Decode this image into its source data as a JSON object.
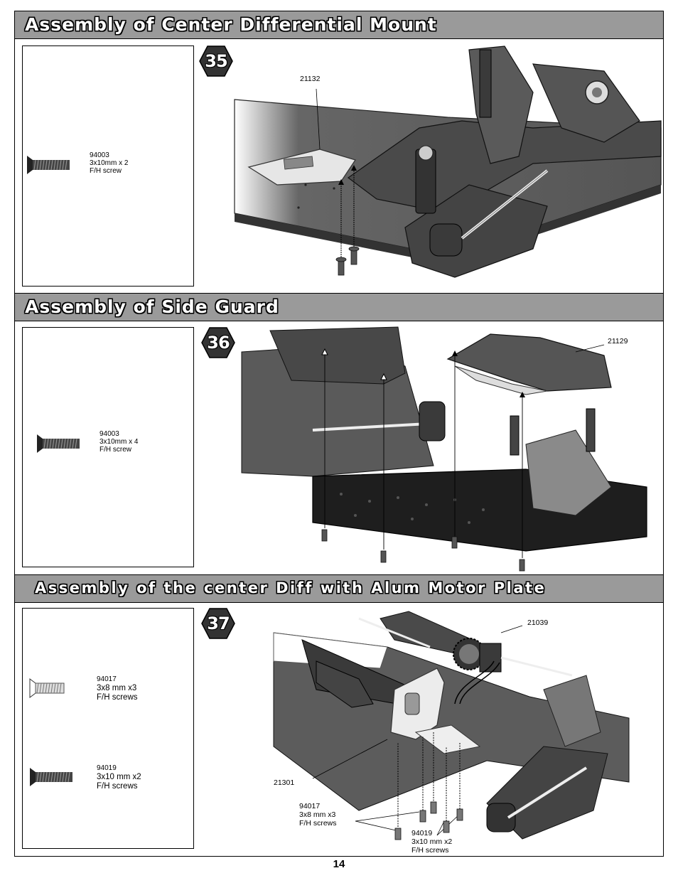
{
  "sections": [
    {
      "title": "Assembly of Center Differential Mount",
      "step": "35",
      "parts": [
        {
          "code": "94003",
          "desc": "3x10mm x 2\nF/H screw",
          "icon": "flat-head-screw-icon"
        }
      ],
      "callouts": [
        {
          "text": "21132"
        }
      ]
    },
    {
      "title": "Assembly of Side Guard",
      "step": "36",
      "parts": [
        {
          "code": "94003",
          "desc": "3x10mm x 4\nF/H screw",
          "icon": "flat-head-screw-icon"
        }
      ],
      "callouts": [
        {
          "text": "21129"
        }
      ]
    },
    {
      "title": "Assembly of the center Diff with Alum Motor Plate",
      "step": "37",
      "parts": [
        {
          "code": "94017",
          "desc": "3x8 mm x3\nF/H screws",
          "icon": "flat-head-screw-icon"
        },
        {
          "code": "94019",
          "desc": "3x10 mm x2\nF/H screws",
          "icon": "flat-head-screw-icon"
        }
      ],
      "callouts": [
        {
          "text": "21039"
        },
        {
          "text": "21301"
        },
        {
          "text": "94017\n3x8 mm x3\nF/H screws"
        },
        {
          "text": "94019\n3x10 mm x2\nF/H screws"
        }
      ]
    }
  ],
  "page_number": "14"
}
